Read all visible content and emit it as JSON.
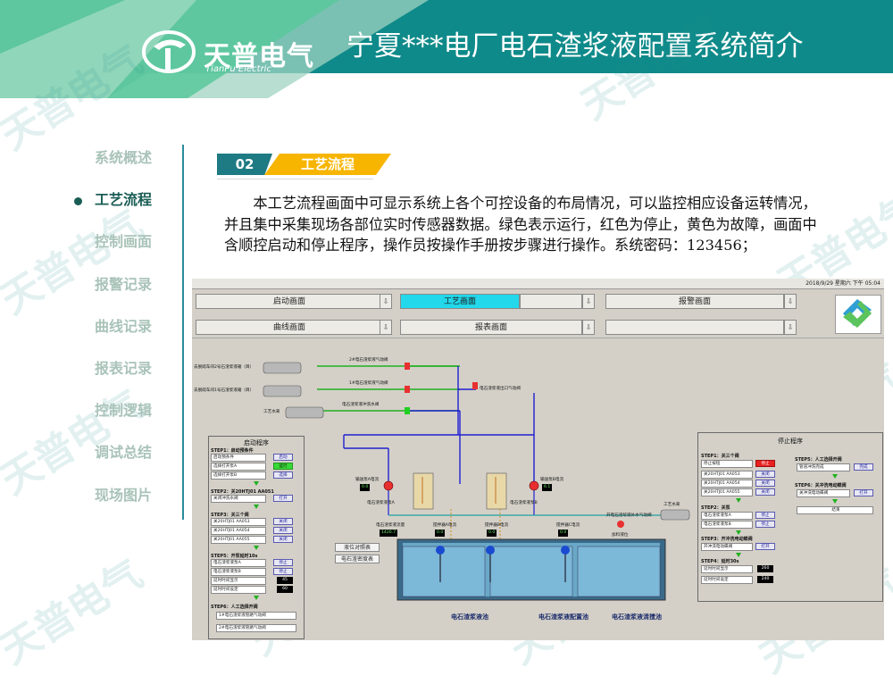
{
  "header": {
    "title": "宁夏***电厂电石渣浆液配置系统简介",
    "brand": "天普电气",
    "brand_sub": "TianPu Electric",
    "watermark": "天普电气",
    "colors": {
      "teal": "#0f8a8a",
      "green": "#59c89b",
      "light": "#9fd3c0"
    }
  },
  "nav": {
    "items": [
      {
        "label": "系统概述"
      },
      {
        "label": "工艺流程"
      },
      {
        "label": "控制画面"
      },
      {
        "label": "报警记录"
      },
      {
        "label": "曲线记录"
      },
      {
        "label": "报表记录"
      },
      {
        "label": "控制逻辑"
      },
      {
        "label": "调试总结"
      },
      {
        "label": "现场图片"
      }
    ]
  },
  "section": {
    "number": "02",
    "name": "工艺流程",
    "paragraph": "本工艺流程画面中可显示系统上各个可控设备的布局情况，可以监控相应设备运转情况，并且集中采集现场各部位实时传感器数据。绿色表示运行，红色为停止，黄色为故障，画面中含顺控启动和停止程序，操作员按操作手册按步骤进行操作。系统密码：123456；"
  },
  "scada": {
    "datetime": "2018/9/29 星期六 下午 05:04",
    "menu": {
      "row1": [
        "启动画面",
        "工艺画面",
        "报警画面"
      ],
      "row2": [
        "曲线画面",
        "报表画面",
        ""
      ]
    },
    "equipment": {
      "pipe1": "去脱硫车间2号石渣浆液箱（目）",
      "pipe2": "去脱硫车间1号石渣浆液箱（目）",
      "pipe3": "工艺水来",
      "valve1": "2#电石渣浆液气动阀",
      "valve2": "1#电石渣浆液气动阀",
      "valve3": "电石渣浆液冲洗水阀",
      "valve4": "电石渣浆液出口气动阀",
      "pumpA": "电石渣浆液泵A",
      "pumpB": "电石渣浆液泵B",
      "pumpA_label": "输送泵A电流",
      "pumpA_value": "0.0",
      "pumpB_label": "输送泵B电流",
      "pumpB_value": "6.1",
      "meter": "电石渣浆液流量",
      "meter_value": "1420.7",
      "agitA": "搅拌器A电流",
      "agitA_value": "0.0",
      "agitB": "搅拌器B电流",
      "agitB_value": "0.0",
      "agitC": "搅拌器C电流",
      "agitC_value": "0.0",
      "water_valve": "开电石渣浆液补水气动阀",
      "water_in": "工艺水来",
      "gauge": "加料液位",
      "tank1": "电石渣浆液池",
      "tank2": "电石渣浆液配置池",
      "tank3": "电石渣浆液清搅池",
      "btn1": "液位对照表",
      "btn2": "电石渣密度表"
    },
    "start_panel": {
      "title": "启动程序",
      "steps": [
        {
          "name": "STEP1：启动预条件",
          "rows": [
            {
              "label": "启动预条件",
              "action": "启动"
            },
            {
              "label": "选择打开泵A",
              "action": "运行"
            },
            {
              "label": "选择打开泵B",
              "action": "选择"
            }
          ]
        },
        {
          "name": "STEP2：关20HTJ01 AA051",
          "rows": [
            {
              "label": "关闭冲洗水阀",
              "action": "打开"
            }
          ]
        },
        {
          "name": "STEP3：关三个阀",
          "rows": [
            {
              "label": "关20HTJ01 AA053",
              "action": "关闭"
            },
            {
              "label": "关20HTJ01 AA054",
              "action": "关闭"
            },
            {
              "label": "关20HTJ01 AA055",
              "action": "关闭"
            }
          ]
        },
        {
          "name": "STEP5：开泵延时10s",
          "rows": [
            {
              "label": "电石渣浆液泵A",
              "action": "停止"
            },
            {
              "label": "电石渣浆液泵B",
              "action": "停止"
            },
            {
              "label": "延时时间显示",
              "action": "45"
            },
            {
              "label": "延时时间设定",
              "action": "60"
            }
          ]
        },
        {
          "name": "STEP6：人工选择开阀",
          "rows": [
            {
              "label": "1#电石渣浆液管路气动阀",
              "action": ""
            },
            {
              "label": "2#电石渣浆液管路气动阀",
              "action": ""
            }
          ]
        }
      ]
    },
    "stop_panel": {
      "title": "停止程序",
      "steps": [
        {
          "name": "STEP1：关三个阀",
          "rows": [
            {
              "label": "停止按钮",
              "action": "停止"
            },
            {
              "label": "关20HTJ01 AA053",
              "action": "关闭"
            },
            {
              "label": "关20HTJ01 AA054",
              "action": "关闭"
            },
            {
              "label": "关20HTJ01 AA055",
              "action": "关闭"
            }
          ]
        },
        {
          "name": "STEP2：关泵",
          "rows": [
            {
              "label": "电石渣浆液泵A",
              "action": "停止"
            },
            {
              "label": "电石渣浆液泵B",
              "action": "停止"
            }
          ]
        },
        {
          "name": "STEP3：开冲洗电动蝶阀",
          "rows": [
            {
              "label": "开冲洗电动蝶阀",
              "action": "打开"
            }
          ]
        },
        {
          "name": "STEP4：延时30s",
          "rows": [
            {
              "label": "延时时间显示",
              "action": "260"
            },
            {
              "label": "延时时间设定",
              "action": "240"
            }
          ]
        },
        {
          "name": "STEP5：人工选择开阀",
          "rows": [
            {
              "label": "管道冲洗完成",
              "action": "完成"
            }
          ]
        },
        {
          "name": "STEP6：关冲洗电动蝶阀",
          "rows": [
            {
              "label": "关冲洗电动蝶阀",
              "action": "打开"
            },
            {
              "label": "结束",
              "action": ""
            }
          ]
        }
      ]
    }
  }
}
